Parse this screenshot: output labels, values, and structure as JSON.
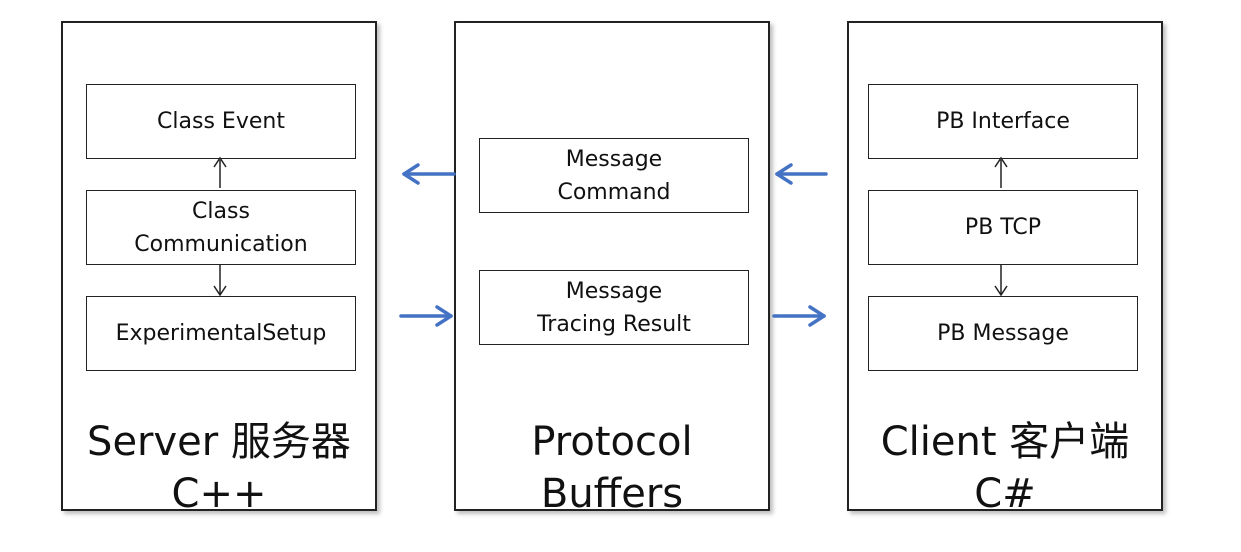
{
  "server": {
    "title_line1": "Server 服务器",
    "title_line2": "C++",
    "boxes": {
      "class_event": "Class Event",
      "class_comm_line1": "Class",
      "class_comm_line2": "Communication",
      "experimental_setup": "ExperimentalSetup"
    }
  },
  "protocol": {
    "title_line1": "Protocol",
    "title_line2": "Buffers",
    "boxes": {
      "command_line1": "Message",
      "command_line2": "Command",
      "tracing_line1": "Message",
      "tracing_line2": "Tracing Result"
    }
  },
  "client": {
    "title_line1": "Client 客户端",
    "title_line2": "C#",
    "boxes": {
      "pb_interface": "PB Interface",
      "pb_tcp": "PB TCP",
      "pb_message": "PB Message"
    }
  },
  "colors": {
    "flow_arrow": "#4472C4",
    "border": "#222222"
  }
}
